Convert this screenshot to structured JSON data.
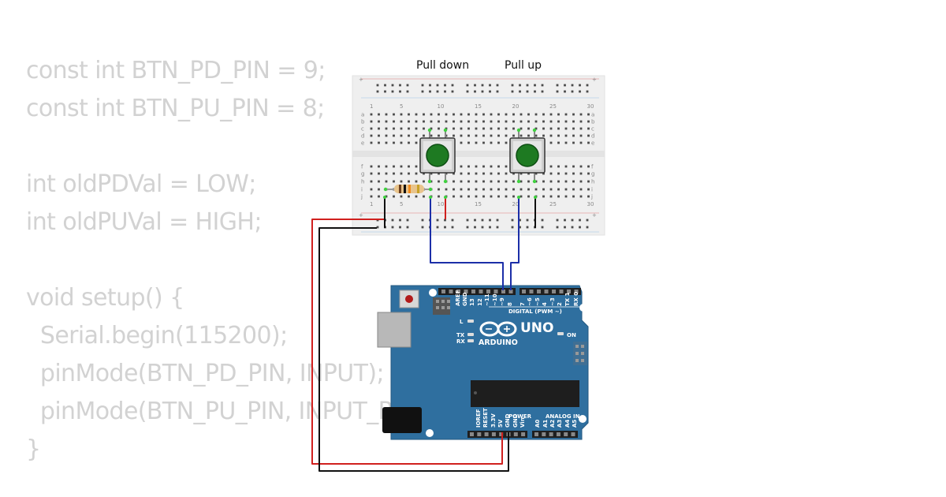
{
  "code_lines": [
    "const int BTN_PD_PIN = 9;",
    "const int BTN_PU_PIN = 8;",
    "",
    "int oldPDVal = LOW;",
    "int oldPUVal = HIGH;",
    "",
    "void setup() {",
    "  Serial.begin(115200);",
    "  pinMode(BTN_PD_PIN, INPUT);",
    "  pinMode(BTN_PU_PIN, INPUT_PULLUP);",
    "}"
  ],
  "labels": {
    "pull_down": "Pull down",
    "pull_up": "Pull up"
  },
  "breadboard": {
    "top_numbers": [
      "1",
      "5",
      "10",
      "15",
      "20",
      "25",
      "30"
    ],
    "rows_top": [
      "a",
      "b",
      "c",
      "d",
      "e"
    ],
    "rows_bottom": [
      "f",
      "g",
      "h",
      "i",
      "j"
    ],
    "plus_sign": "+",
    "minus_sign": "-"
  },
  "arduino": {
    "header_labels": [
      "AREF",
      "GND",
      "13",
      "12",
      "~11",
      "~10",
      "~9",
      "8",
      "7",
      "~6",
      "~5",
      "4",
      "~3",
      "2",
      "TX 1",
      "RX 0"
    ],
    "digital_label": "DIGITAL (PWM ~)",
    "logo_text": "ARDUINO",
    "model": "UNO",
    "on_label": "ON",
    "l_label": "L",
    "tx_label": "TX",
    "rx_label": "RX",
    "power_label": "POWER",
    "analog_label": "ANALOG IN",
    "power_pins": [
      "IOREF",
      "RESET",
      "3.3V",
      "5V",
      "GND",
      "GND",
      "Vin"
    ],
    "analog_pins": [
      "A0",
      "A1",
      "A2",
      "A3",
      "A4",
      "A5"
    ]
  },
  "colors": {
    "code_text": "#d2d2d2",
    "board": "#2f6f9f",
    "breadboard": "#efefef",
    "button": "#1e7a22",
    "wire_red": "#d0201e",
    "wire_black": "#111111",
    "wire_blue": "#1c2fa8"
  },
  "icons": {
    "reset": "reset-button-icon",
    "logo": "arduino-infinity-icon"
  }
}
